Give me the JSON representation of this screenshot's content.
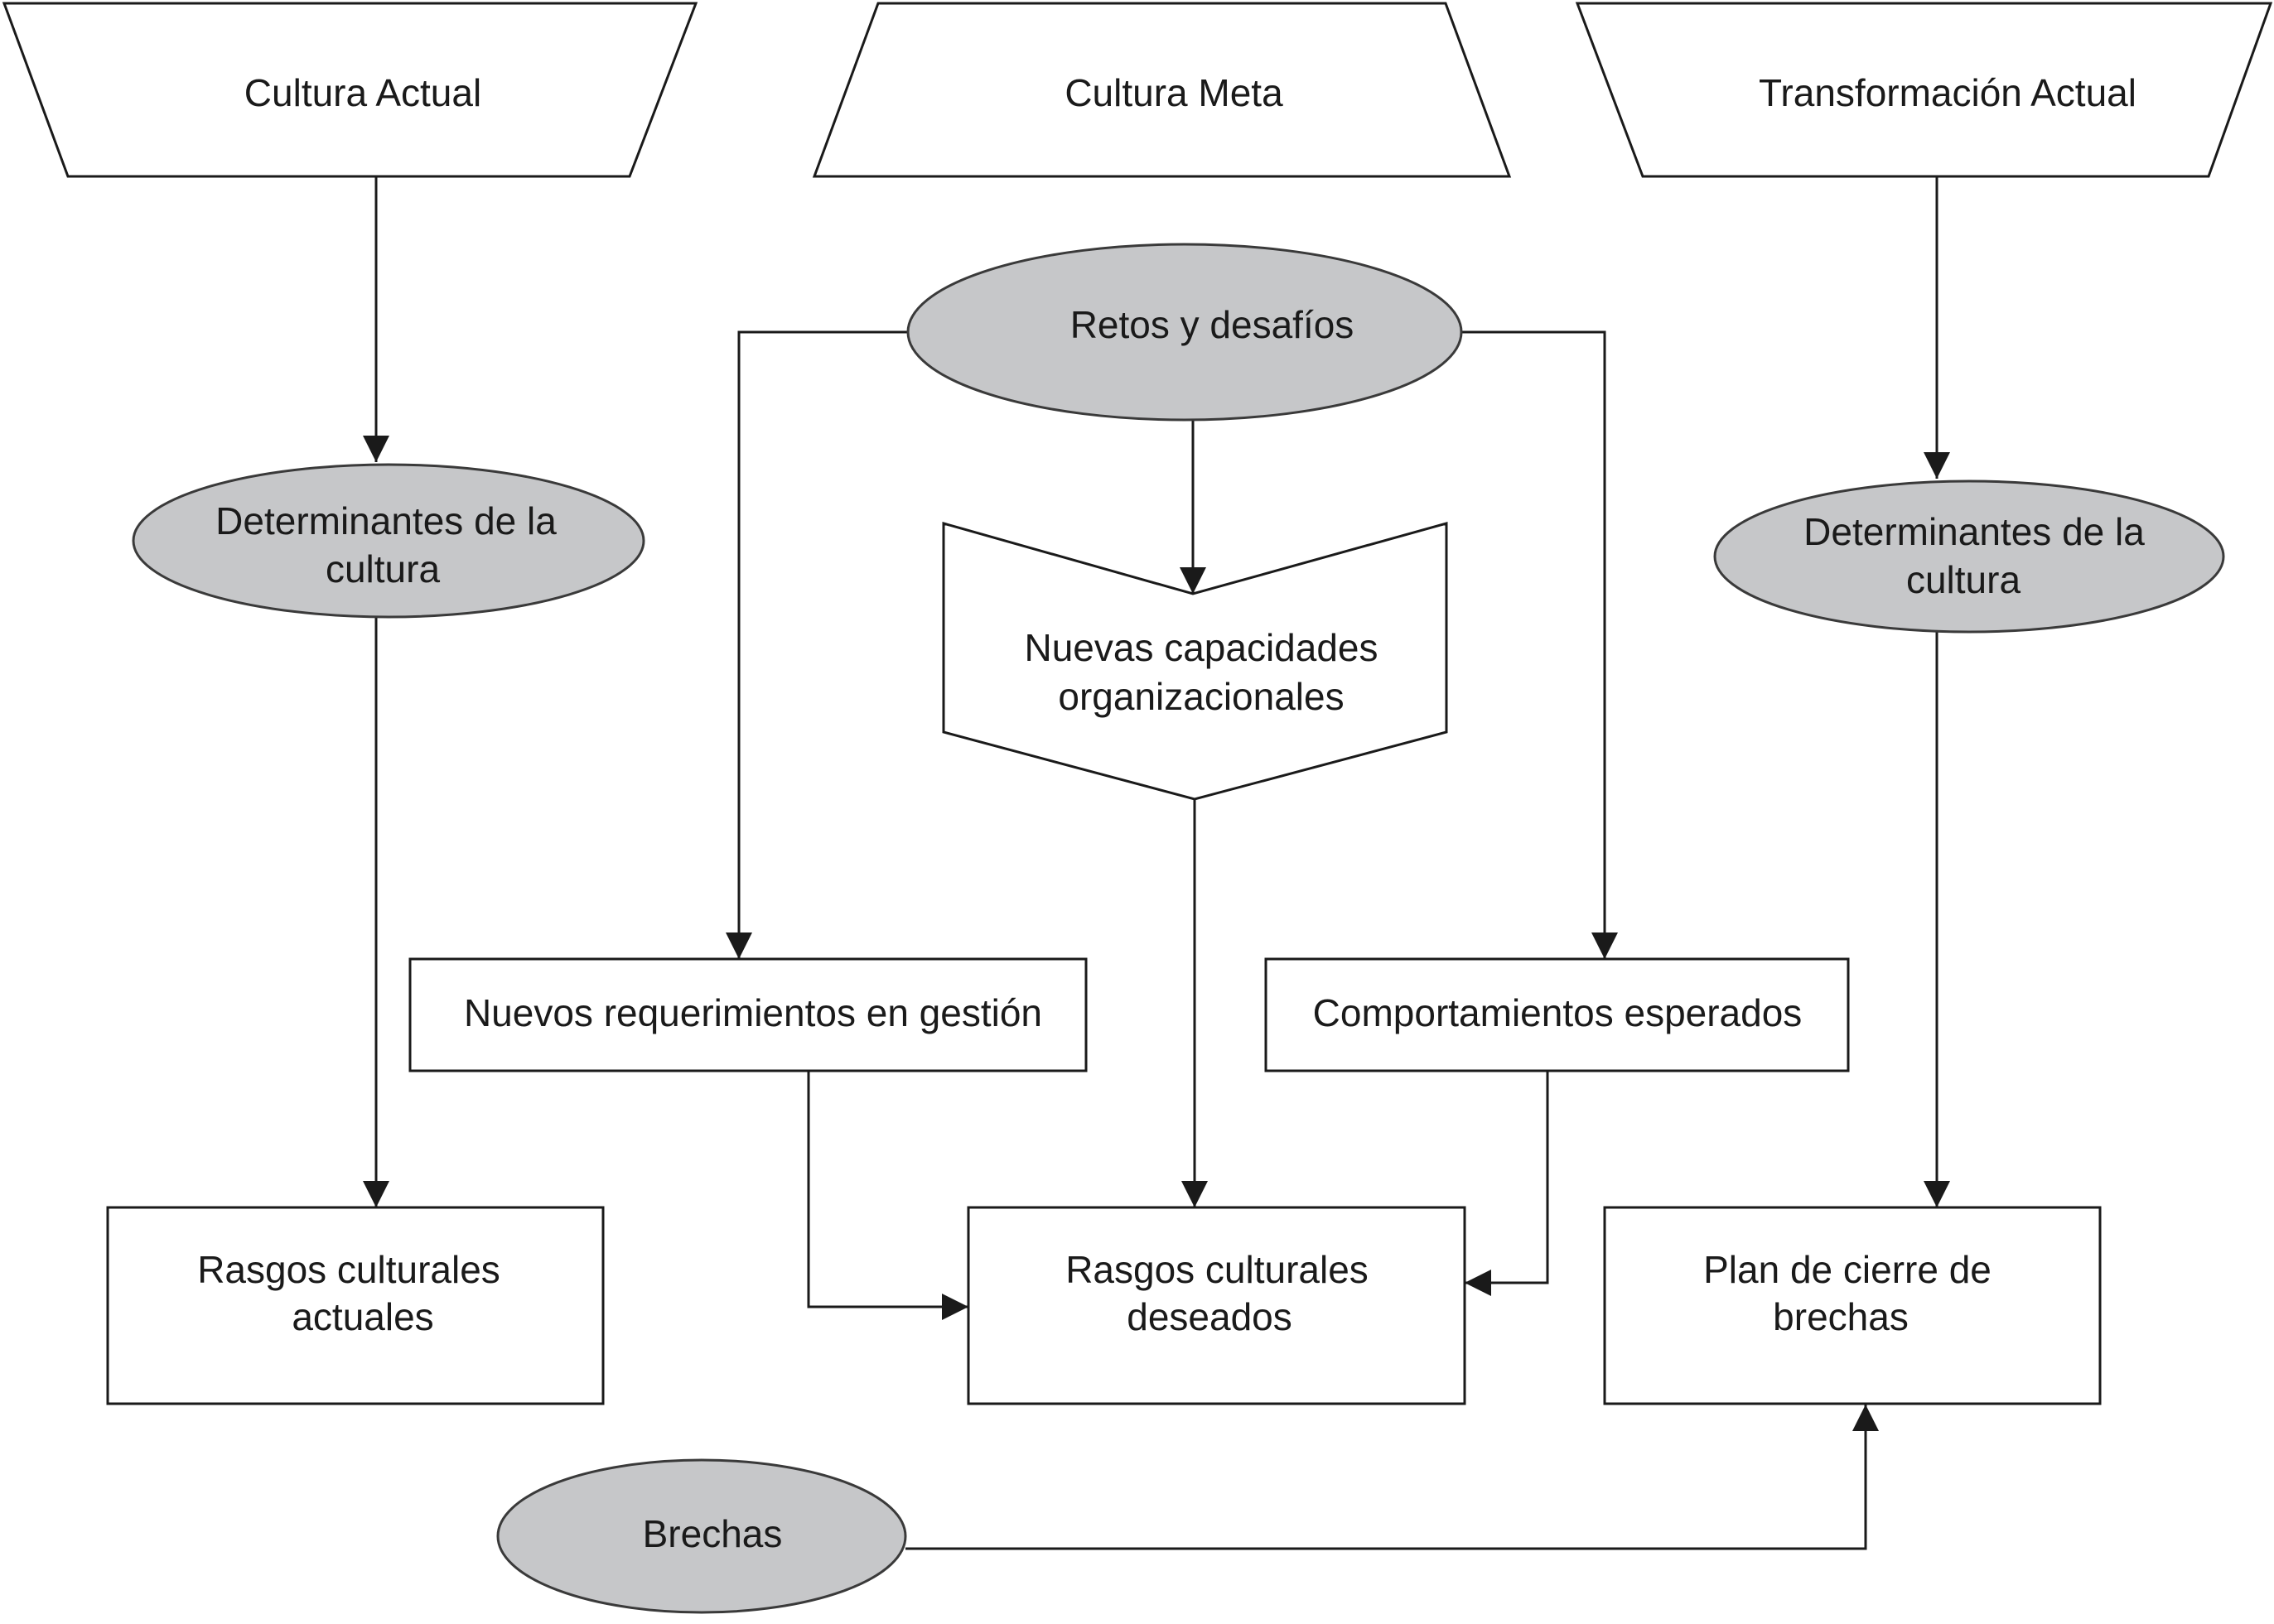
{
  "nodes": {
    "cultura_actual": {
      "line1": "Cultura Actual"
    },
    "cultura_meta": {
      "line1": "Cultura Meta"
    },
    "transformacion_actual": {
      "line1": "Transformación Actual"
    },
    "retos": {
      "line1": "Retos y desafíos"
    },
    "determinantes_left": {
      "line1": "Determinantes de la",
      "line2": "cultura"
    },
    "determinantes_right": {
      "line1": "Determinantes de la",
      "line2": "cultura"
    },
    "nuevas_capacidades": {
      "line1": "Nuevas capacidades",
      "line2": "organizacionales"
    },
    "nuevos_requerimientos": {
      "line1": "Nuevos requerimientos en gestión"
    },
    "comportamientos": {
      "line1": "Comportamientos esperados"
    },
    "rasgos_actuales": {
      "line1": "Rasgos culturales",
      "line2": "actuales"
    },
    "rasgos_deseados": {
      "line1": "Rasgos culturales",
      "line2": "deseados"
    },
    "plan_cierre": {
      "line1": "Plan de cierre de",
      "line2": "brechas"
    },
    "brechas": {
      "line1": "Brechas"
    }
  },
  "colors": {
    "grey_fill": "#c6c7c9",
    "stroke": "#1a1a1a",
    "background": "#ffffff"
  }
}
